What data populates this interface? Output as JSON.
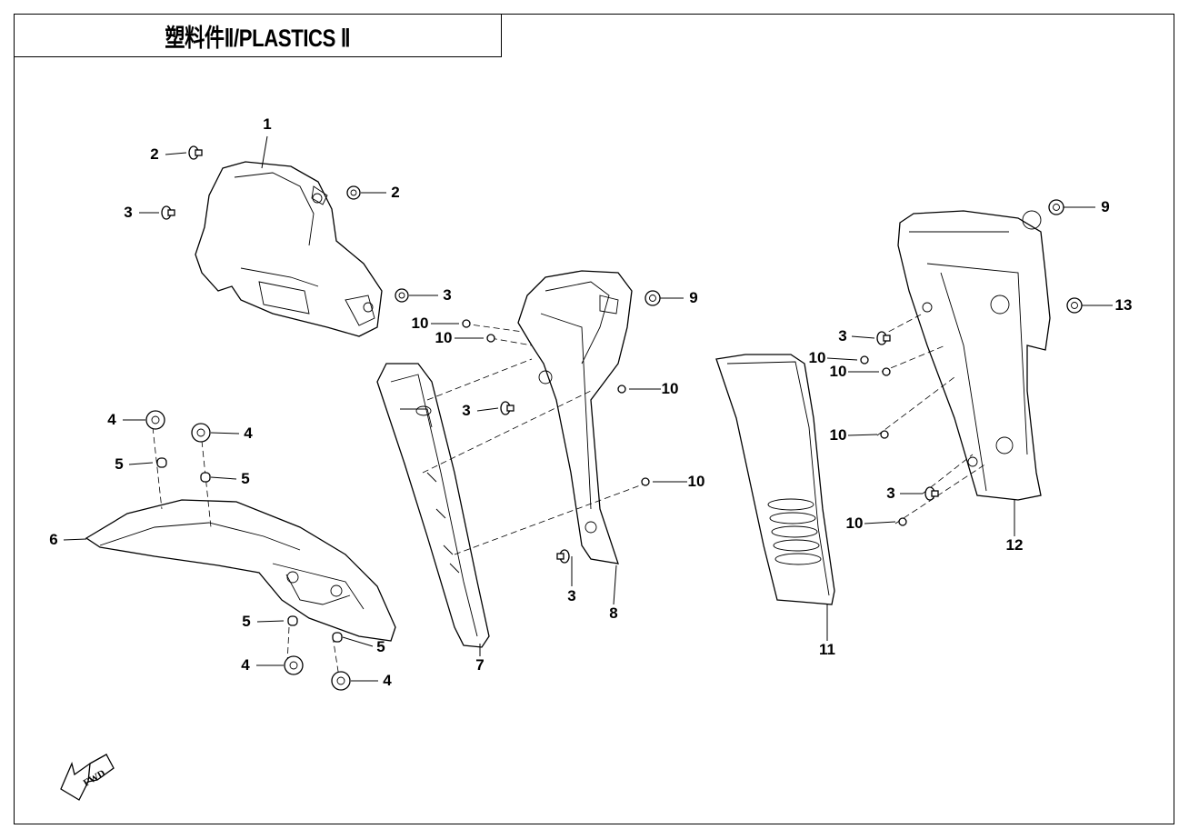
{
  "title": "塑料件Ⅱ/PLASTICS Ⅱ",
  "fwd_icon": {
    "name": "forward-direction-arrow-icon",
    "text": "FWD"
  },
  "callouts": [
    "1",
    "2",
    "2",
    "3",
    "3",
    "9",
    "10",
    "10",
    "10",
    "3",
    "10",
    "3",
    "8",
    "7",
    "4",
    "4",
    "5",
    "5",
    "6",
    "5",
    "5",
    "4",
    "4",
    "11",
    "12",
    "9",
    "13",
    "3",
    "10",
    "10",
    "10",
    "3",
    "10"
  ]
}
